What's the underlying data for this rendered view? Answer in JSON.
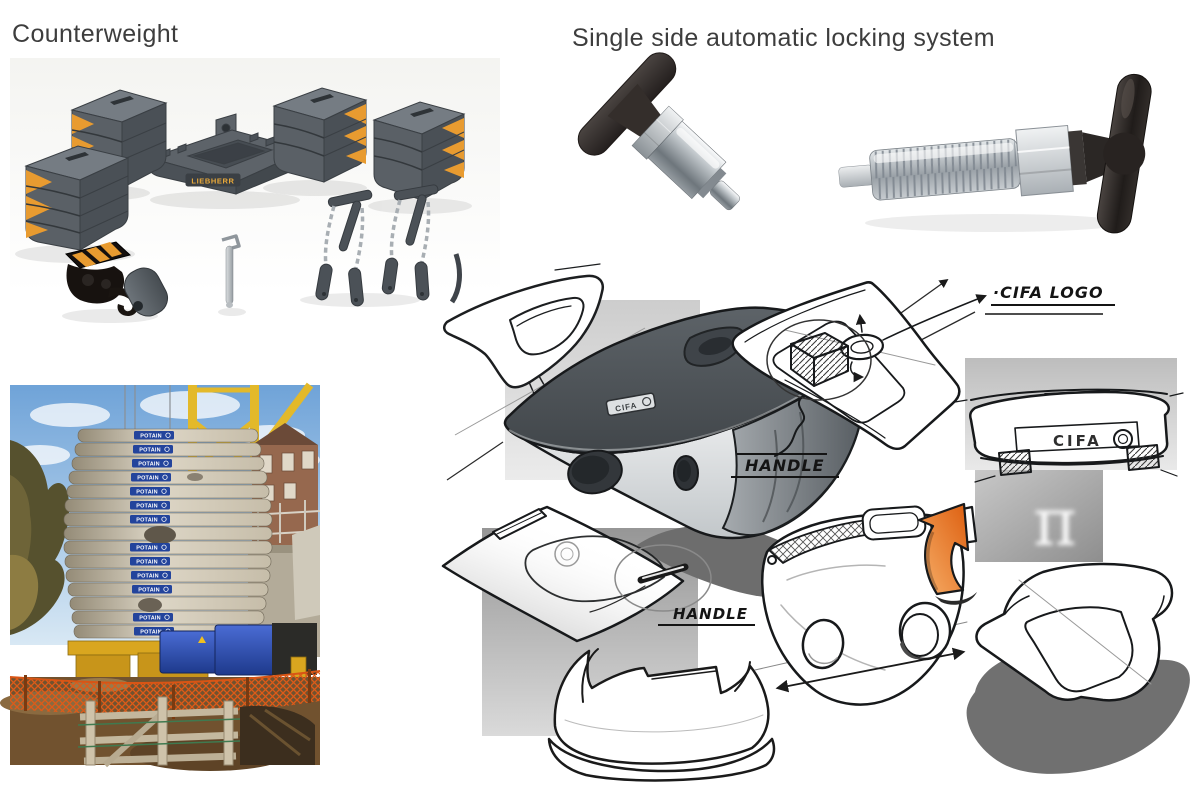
{
  "titles": {
    "counterweight": "Counterweight",
    "locking_system": "Single side automatic locking system"
  },
  "counterweight_model": {
    "brand_label": "LIEBHERR"
  },
  "site_photo": {
    "slab_brand": "POTAIN",
    "slab_count": 15
  },
  "sketches": {
    "cifa_logo_note": "·CIFA LOGO",
    "handle_note_top": "HANDLE",
    "handle_note_mid": "HANDLE",
    "top_face_label": "CIFA",
    "front_panel_label": "CIFA",
    "pi_symbol": "π"
  },
  "colors": {
    "chevron_orange": "#e89b30",
    "sketch_arrow_orange": "#e8701c",
    "potain_label_blue": "#23449c",
    "crane_yellow": "#d9a61f",
    "title_gray": "#3d3d3d"
  }
}
